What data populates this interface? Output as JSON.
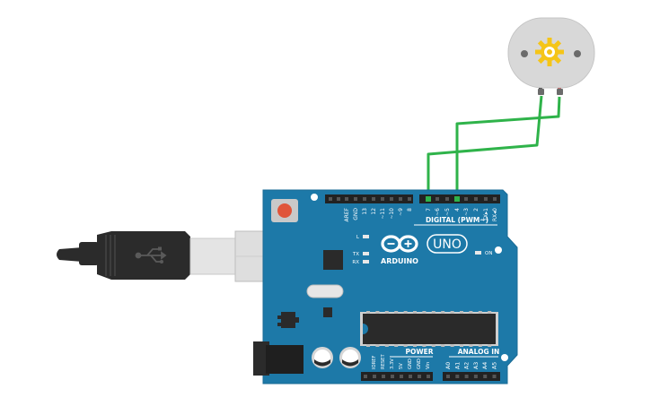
{
  "canvas": {
    "background": "#ffffff"
  },
  "colors": {
    "board": "#1d79a8",
    "board_edge": "#1a6b95",
    "wire": "#2fb34a",
    "motor_body": "#d8d8d8",
    "motor_gear": "#f5c518",
    "usb_cable": "#2b2b2b",
    "usb_plug": "#e4e4e4",
    "reset_button": "#e0553a",
    "header": "#222222",
    "label": "#ffffff"
  },
  "motor": {
    "icon": "gear-icon"
  },
  "usb": {
    "icon": "usb-icon"
  },
  "arduino": {
    "brand": "ARDUINO",
    "model": "UNO",
    "digital_header_label": "DIGITAL (PWM~)",
    "digital_pins": [
      "AREF",
      "GND",
      "13",
      "12",
      "~11",
      "~10",
      "~9",
      "8",
      "7",
      "~6",
      "~5",
      "4",
      "~3",
      "2",
      "TX▸1",
      "RX◂0"
    ],
    "led_labels": {
      "l": "L",
      "tx": "TX",
      "rx": "RX",
      "on": "ON"
    },
    "power_header_label": "POWER",
    "power_pins": [
      "IOREF",
      "RESET",
      "3.3V",
      "5V",
      "GND",
      "GND",
      "Vin"
    ],
    "analog_header_label": "ANALOG IN",
    "analog_pins": [
      "A0",
      "A1",
      "A2",
      "A3",
      "A4",
      "A5"
    ]
  }
}
